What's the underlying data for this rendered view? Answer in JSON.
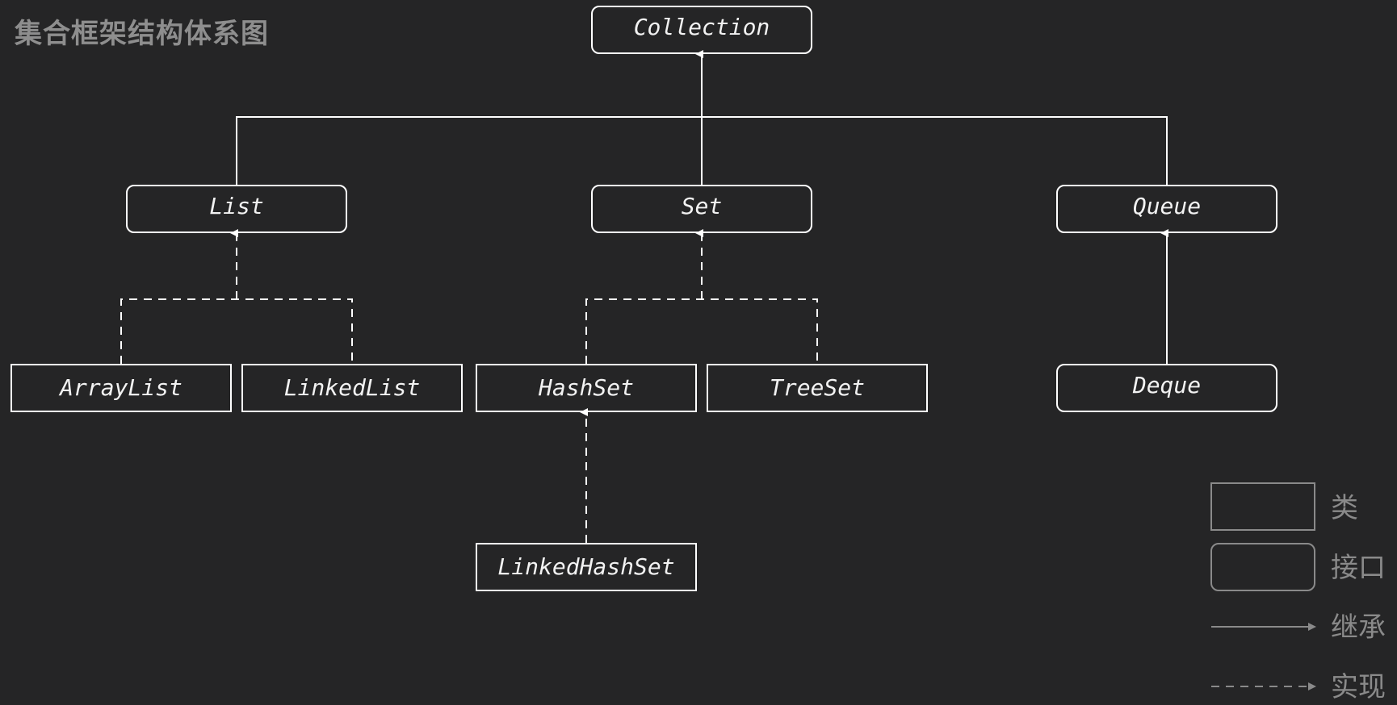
{
  "title": "集合框架结构体系图",
  "colors": {
    "background": "#252526",
    "line": "#ffffff",
    "title": "#8e8e8e",
    "legend": "#8a8a8a"
  },
  "nodes": {
    "collection": {
      "label": "Collection",
      "kind": "interface"
    },
    "list": {
      "label": "List",
      "kind": "interface"
    },
    "set": {
      "label": "Set",
      "kind": "interface"
    },
    "queue": {
      "label": "Queue",
      "kind": "interface"
    },
    "arraylist": {
      "label": "ArrayList",
      "kind": "class"
    },
    "linkedlist": {
      "label": "LinkedList",
      "kind": "class"
    },
    "hashset": {
      "label": "HashSet",
      "kind": "class"
    },
    "treeset": {
      "label": "TreeSet",
      "kind": "class"
    },
    "deque": {
      "label": "Deque",
      "kind": "interface"
    },
    "linkedhashset": {
      "label": "LinkedHashSet",
      "kind": "class"
    }
  },
  "edges": [
    {
      "from": "list",
      "to": "collection",
      "type": "inherit"
    },
    {
      "from": "set",
      "to": "collection",
      "type": "inherit"
    },
    {
      "from": "queue",
      "to": "collection",
      "type": "inherit"
    },
    {
      "from": "arraylist",
      "to": "list",
      "type": "implement"
    },
    {
      "from": "linkedlist",
      "to": "list",
      "type": "implement"
    },
    {
      "from": "hashset",
      "to": "set",
      "type": "implement"
    },
    {
      "from": "treeset",
      "to": "set",
      "type": "implement"
    },
    {
      "from": "deque",
      "to": "queue",
      "type": "inherit"
    },
    {
      "from": "linkedhashset",
      "to": "hashset",
      "type": "implement"
    }
  ],
  "legend": {
    "class": "类",
    "interface": "接口",
    "inherit": "继承",
    "implement": "实现"
  }
}
